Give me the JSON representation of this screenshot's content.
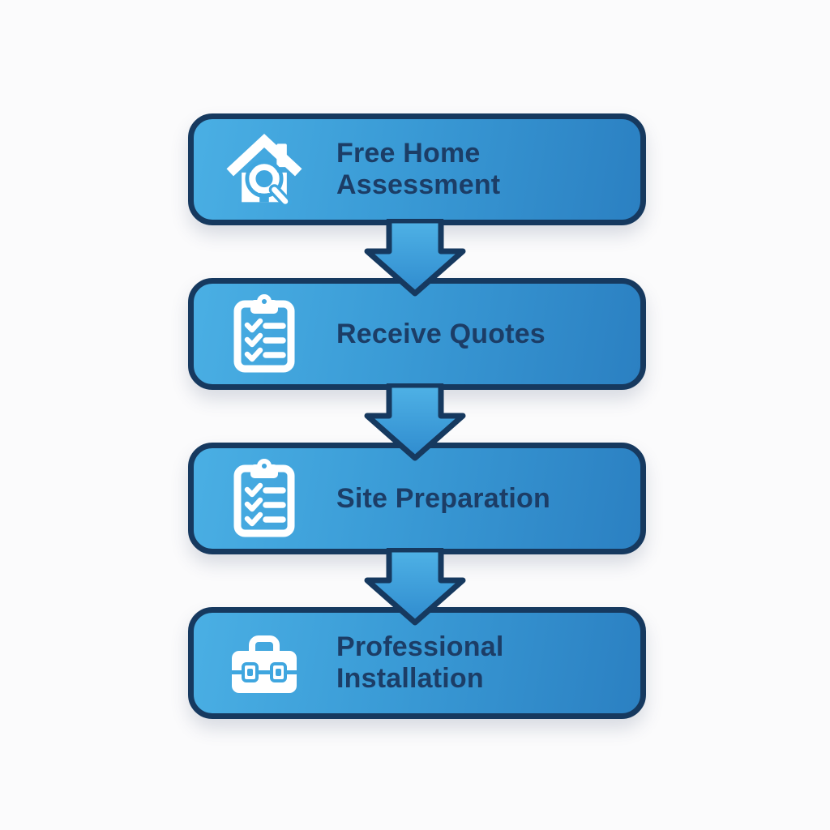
{
  "figure": {
    "type": "flow-diagram",
    "direction": "top-down",
    "background": "#fbfbfc"
  },
  "colors": {
    "box_gradient_start": "#4aafe4",
    "box_gradient_end": "#2b80c2",
    "box_border": "#16395f",
    "label_text": "#1c3d66",
    "icon": "#ffffff",
    "arrow_gradient_start": "#4fb2e6",
    "arrow_gradient_end": "#2f8bce",
    "arrow_outline": "#16395f"
  },
  "steps": [
    {
      "id": 1,
      "icon": "house-search-icon",
      "label": "Free Home Assessment",
      "lines": [
        "Free Home",
        "Assessment"
      ]
    },
    {
      "id": 2,
      "icon": "checklist-icon",
      "label": "Receive Quotes",
      "lines": [
        "Receive Quotes"
      ]
    },
    {
      "id": 3,
      "icon": "checklist-icon",
      "label": "Site Preparation",
      "lines": [
        "Site Preparation"
      ]
    },
    {
      "id": 4,
      "icon": "toolbox-icon",
      "label": "Professional Installation",
      "lines": [
        "Professional",
        "Installation"
      ]
    }
  ],
  "connectors": [
    {
      "from": 1,
      "to": 2,
      "type": "arrow-down"
    },
    {
      "from": 2,
      "to": 3,
      "type": "arrow-down"
    },
    {
      "from": 3,
      "to": 4,
      "type": "arrow-down"
    }
  ]
}
